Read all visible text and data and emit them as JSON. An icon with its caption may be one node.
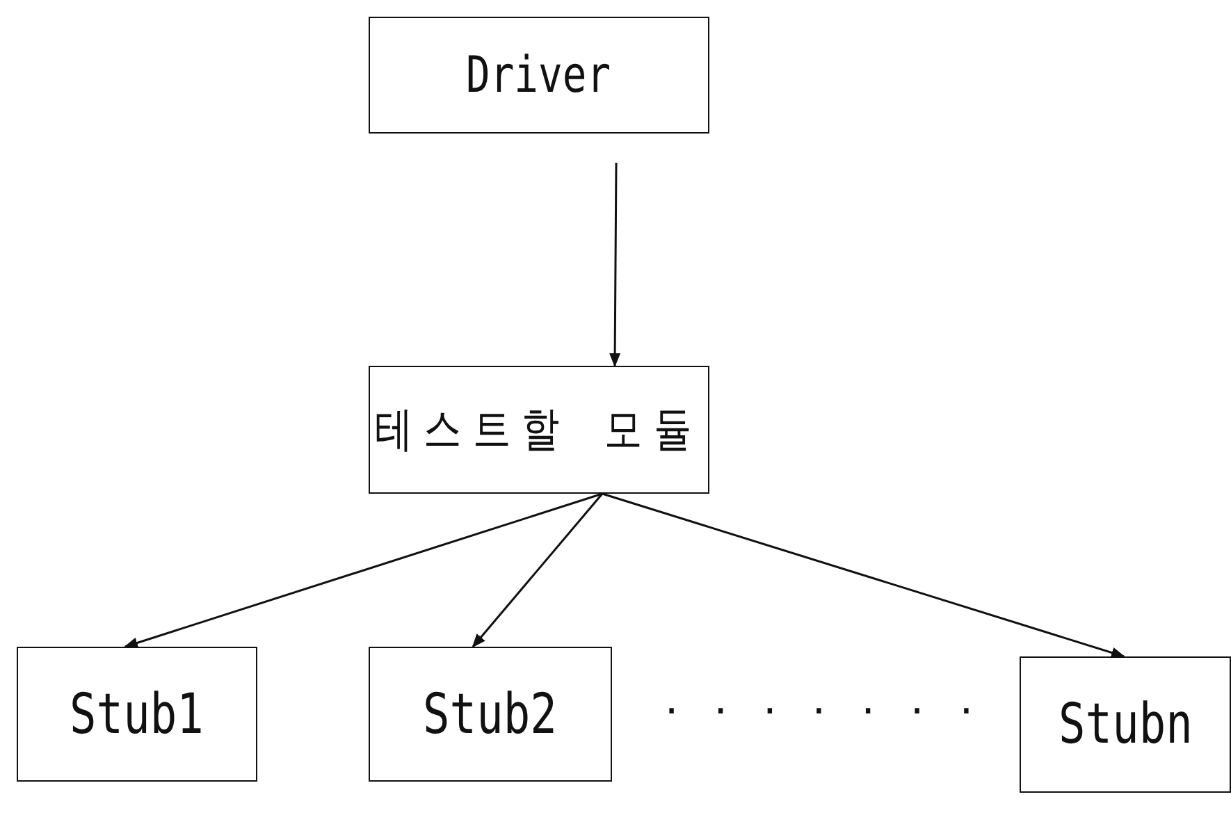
{
  "diagram": {
    "nodes": [
      {
        "text": [
          "Driver"
        ]
      },
      {
        "text": [
          "테스트할 모듈"
        ]
      },
      {
        "text": [
          "Stub1"
        ]
      },
      {
        "text": [
          "Stub2"
        ]
      },
      {
        "text": [
          "Stubn"
        ]
      }
    ],
    "edges": [
      {
        "from": 0,
        "to": 1,
        "arrow": "to"
      },
      {
        "from": 1,
        "to": 2,
        "arrow": "to"
      },
      {
        "from": 1,
        "to": 3,
        "arrow": "to"
      },
      {
        "from": 1,
        "to": 4,
        "arrow": "to"
      }
    ],
    "labels": [
      ". . . . . . ."
    ]
  }
}
